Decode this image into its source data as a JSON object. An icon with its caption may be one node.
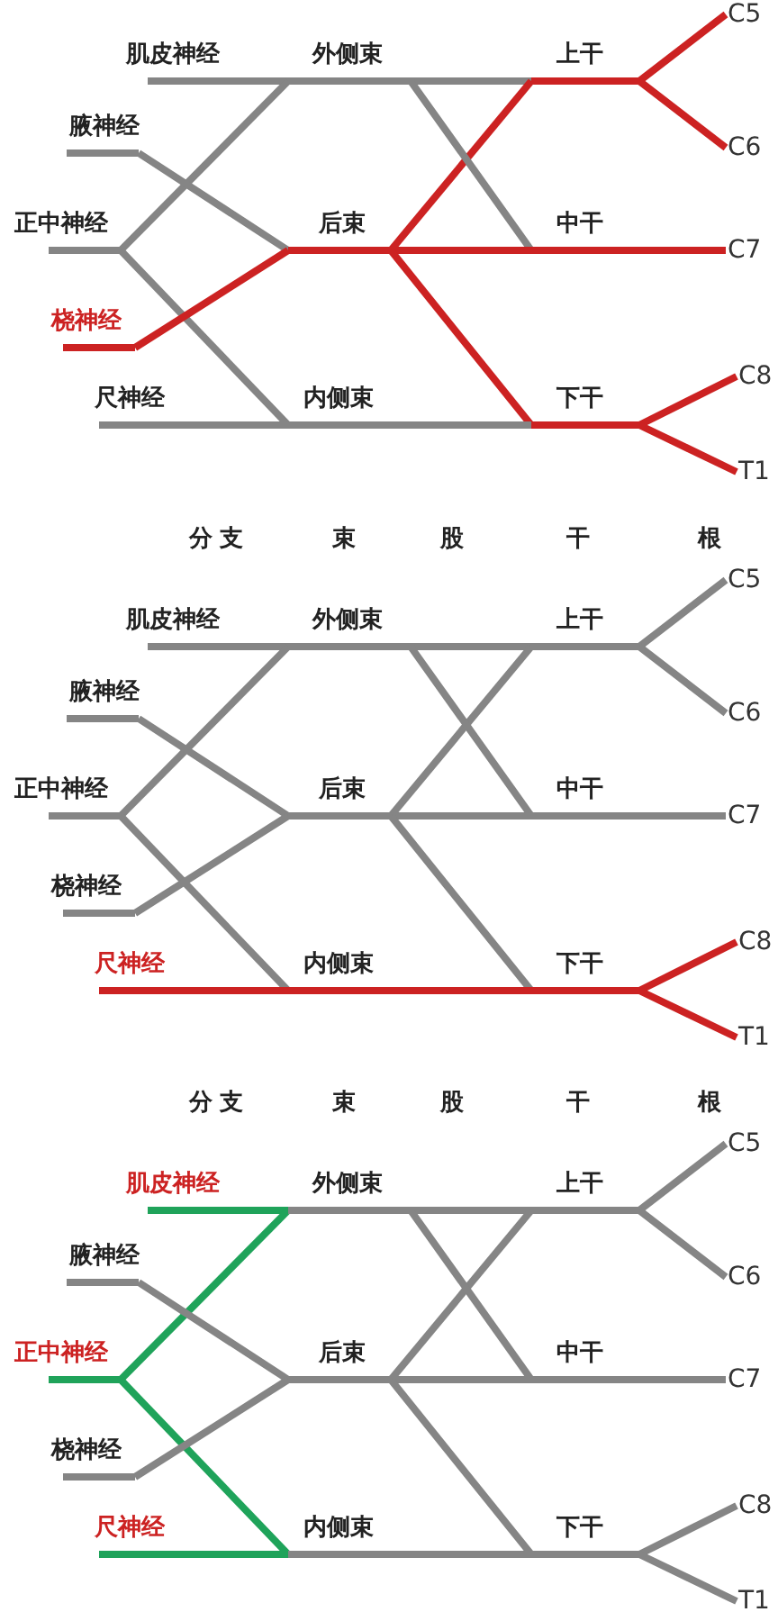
{
  "diagram": {
    "nodes": [
      {
        "text": [
          "C5"
        ]
      },
      {
        "text": [
          "肌皮神经"
        ]
      },
      {
        "text": [
          "外侧束"
        ]
      },
      {
        "text": [
          "上干"
        ]
      },
      {
        "text": [
          "腋神经"
        ]
      },
      {
        "text": [
          "C6"
        ]
      },
      {
        "text": [
          "正中神经"
        ]
      },
      {
        "text": [
          "后束"
        ]
      },
      {
        "text": [
          "中干"
        ]
      },
      {
        "text": [
          "C7"
        ]
      },
      {
        "text": [
          "桡神经"
        ]
      },
      {
        "text": [
          "C8"
        ]
      },
      {
        "text": [
          "尺神经"
        ]
      },
      {
        "text": [
          "内侧束"
        ]
      },
      {
        "text": [
          "下干"
        ]
      },
      {
        "text": [
          "T1"
        ]
      },
      {
        "text": [
          "C5"
        ]
      },
      {
        "text": [
          "肌皮神经"
        ]
      },
      {
        "text": [
          "外侧束"
        ]
      },
      {
        "text": [
          "上干"
        ]
      },
      {
        "text": [
          "腋神经"
        ]
      },
      {
        "text": [
          "C6"
        ]
      },
      {
        "text": [
          "正中神经"
        ]
      },
      {
        "text": [
          "后束"
        ]
      },
      {
        "text": [
          "中干"
        ]
      },
      {
        "text": [
          "C7"
        ]
      },
      {
        "text": [
          "桡神经"
        ]
      },
      {
        "text": [
          "C8"
        ]
      },
      {
        "text": [
          "尺神经"
        ]
      },
      {
        "text": [
          "内侧束"
        ]
      },
      {
        "text": [
          "下干"
        ]
      },
      {
        "text": [
          "T1"
        ]
      },
      {
        "text": [
          "C5"
        ]
      },
      {
        "text": [
          "肌皮神经"
        ]
      },
      {
        "text": [
          "外侧束"
        ]
      },
      {
        "text": [
          "上干"
        ]
      },
      {
        "text": [
          "腋神经"
        ]
      },
      {
        "text": [
          "C6"
        ]
      },
      {
        "text": [
          "正中神经"
        ]
      },
      {
        "text": [
          "后束"
        ]
      },
      {
        "text": [
          "中干"
        ]
      },
      {
        "text": [
          "C7"
        ]
      },
      {
        "text": [
          "桡神经"
        ]
      },
      {
        "text": [
          "C8"
        ]
      },
      {
        "text": [
          "尺神经"
        ]
      },
      {
        "text": [
          "内侧束"
        ]
      },
      {
        "text": [
          "下干"
        ]
      },
      {
        "text": [
          "T1"
        ]
      }
    ],
    "edges": [
      {
        "from": 0,
        "to": 3,
        "arrow": "none",
        "color": "#cc2222"
      },
      {
        "from": 5,
        "to": 3,
        "arrow": "none",
        "color": "#cc2222"
      },
      {
        "from": 9,
        "to": 8,
        "arrow": "none",
        "color": "#cc2222"
      },
      {
        "from": 11,
        "to": 14,
        "arrow": "none",
        "color": "#cc2222"
      },
      {
        "from": 15,
        "to": 14,
        "arrow": "none",
        "color": "#cc2222"
      },
      {
        "from": 3,
        "to": 2,
        "arrow": "none"
      },
      {
        "from": 3,
        "to": 7,
        "arrow": "none",
        "color": "#cc2222"
      },
      {
        "from": 8,
        "to": 2,
        "arrow": "none"
      },
      {
        "from": 8,
        "to": 7,
        "arrow": "none",
        "color": "#cc2222"
      },
      {
        "from": 14,
        "to": 7,
        "arrow": "none",
        "color": "#cc2222"
      },
      {
        "from": 14,
        "to": 13,
        "arrow": "none"
      },
      {
        "from": 2,
        "to": 1,
        "arrow": "none"
      },
      {
        "from": 2,
        "to": 6,
        "arrow": "none"
      },
      {
        "from": 13,
        "to": 6,
        "arrow": "none"
      },
      {
        "from": 13,
        "to": 12,
        "arrow": "none"
      },
      {
        "from": 7,
        "to": 4,
        "arrow": "none"
      },
      {
        "from": 7,
        "to": 10,
        "arrow": "none",
        "color": "#cc2222"
      },
      {
        "from": 16,
        "to": 19,
        "arrow": "none"
      },
      {
        "from": 21,
        "to": 19,
        "arrow": "none"
      },
      {
        "from": 25,
        "to": 24,
        "arrow": "none"
      },
      {
        "from": 27,
        "to": 30,
        "arrow": "none",
        "color": "#cc2222"
      },
      {
        "from": 31,
        "to": 30,
        "arrow": "none",
        "color": "#cc2222"
      },
      {
        "from": 19,
        "to": 18,
        "arrow": "none"
      },
      {
        "from": 19,
        "to": 23,
        "arrow": "none"
      },
      {
        "from": 24,
        "to": 18,
        "arrow": "none"
      },
      {
        "from": 24,
        "to": 23,
        "arrow": "none"
      },
      {
        "from": 30,
        "to": 23,
        "arrow": "none"
      },
      {
        "from": 30,
        "to": 29,
        "arrow": "none",
        "color": "#cc2222"
      },
      {
        "from": 18,
        "to": 17,
        "arrow": "none"
      },
      {
        "from": 18,
        "to": 22,
        "arrow": "none"
      },
      {
        "from": 29,
        "to": 22,
        "arrow": "none"
      },
      {
        "from": 29,
        "to": 28,
        "arrow": "none",
        "color": "#cc2222"
      },
      {
        "from": 23,
        "to": 20,
        "arrow": "none"
      },
      {
        "from": 23,
        "to": 26,
        "arrow": "none"
      },
      {
        "from": 32,
        "to": 35,
        "arrow": "none"
      },
      {
        "from": 37,
        "to": 35,
        "arrow": "none"
      },
      {
        "from": 41,
        "to": 40,
        "arrow": "none"
      },
      {
        "from": 43,
        "to": 46,
        "arrow": "none"
      },
      {
        "from": 47,
        "to": 46,
        "arrow": "none"
      },
      {
        "from": 35,
        "to": 34,
        "arrow": "none"
      },
      {
        "from": 35,
        "to": 39,
        "arrow": "none"
      },
      {
        "from": 40,
        "to": 34,
        "arrow": "none"
      },
      {
        "from": 40,
        "to": 39,
        "arrow": "none"
      },
      {
        "from": 46,
        "to": 39,
        "arrow": "none"
      },
      {
        "from": 46,
        "to": 45,
        "arrow": "none"
      },
      {
        "from": 34,
        "to": 33,
        "arrow": "none",
        "color": "#1fa35a"
      },
      {
        "from": 34,
        "to": 38,
        "arrow": "none",
        "color": "#1fa35a"
      },
      {
        "from": 45,
        "to": 38,
        "arrow": "none",
        "color": "#1fa35a"
      },
      {
        "from": 45,
        "to": 44,
        "arrow": "none",
        "color": "#1fa35a"
      },
      {
        "from": 39,
        "to": 36,
        "arrow": "none"
      },
      {
        "from": 39,
        "to": 42,
        "arrow": "none"
      }
    ],
    "labels": [
      "分支",
      "束",
      "股",
      "干",
      "根",
      "分支",
      "束",
      "股",
      "干",
      "根"
    ]
  }
}
